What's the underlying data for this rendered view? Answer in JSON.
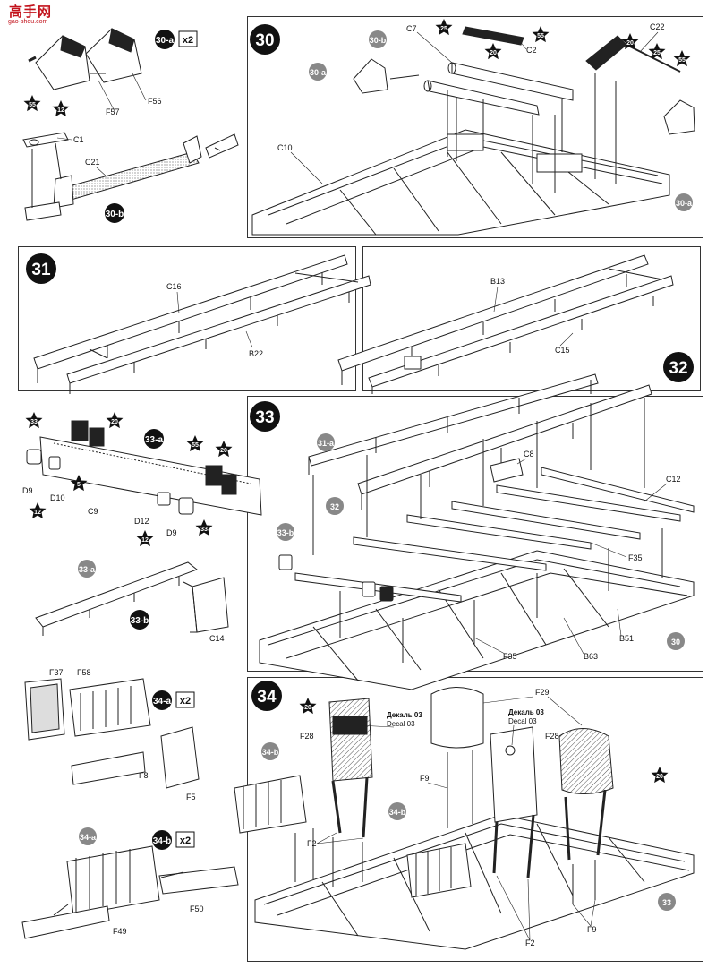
{
  "watermark": {
    "title": "高手网",
    "url": "gao-shou.com"
  },
  "steps": [
    {
      "number": "30"
    },
    {
      "number": "31"
    },
    {
      "number": "32"
    },
    {
      "number": "33"
    },
    {
      "number": "34"
    }
  ],
  "subassemblies": {
    "a30": "30-a",
    "b30": "30-b",
    "a33": "33-a",
    "b33": "33-b",
    "a31": "31-a",
    "a34": "34-a",
    "b34": "34-b",
    "ref32": "32",
    "ref30": "30",
    "ref33": "33",
    "multiplier": "x2"
  },
  "parts": {
    "F56": "F56",
    "F57": "F57",
    "C1": "C1",
    "C21": "C21",
    "C7": "C7",
    "C2": "C2",
    "C22": "C22",
    "C10": "C10",
    "C16": "C16",
    "B22": "B22",
    "B13": "B13",
    "C15": "C15",
    "C9": "C9",
    "D9": "D9",
    "D10": "D10",
    "D12": "D12",
    "C14": "C14",
    "C8": "C8",
    "C12": "C12",
    "F35": "F35",
    "B63": "B63",
    "B51": "B51",
    "F37": "F37",
    "F58": "F58",
    "F8": "F8",
    "F5": "F5",
    "F50": "F50",
    "F49": "F49",
    "F28": "F28",
    "F29": "F29",
    "F9": "F9",
    "F2": "F2"
  },
  "paints": {
    "p55": "55",
    "p12": "12",
    "p25": "25",
    "p20": "20",
    "p33": "33",
    "p5": "5"
  },
  "decals": {
    "ru": "Декаль 03",
    "en": "Decal 03"
  }
}
